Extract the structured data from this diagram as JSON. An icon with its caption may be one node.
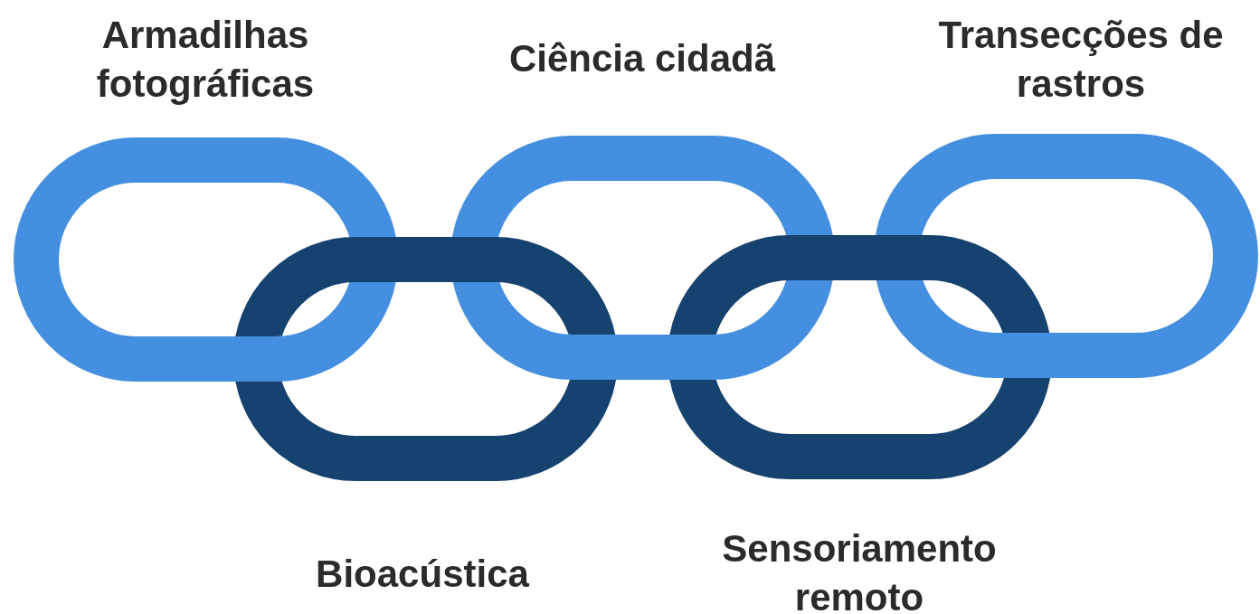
{
  "diagram": {
    "nodes": [
      {
        "text": [
          "Armadilhas fotográficas"
        ]
      },
      {
        "text": [
          "Bioacústica"
        ]
      },
      {
        "text": [
          "Ciência cidadã"
        ]
      },
      {
        "text": [
          "Sensoriamento remoto"
        ]
      },
      {
        "text": [
          "Transecções de rastros"
        ]
      }
    ]
  }
}
